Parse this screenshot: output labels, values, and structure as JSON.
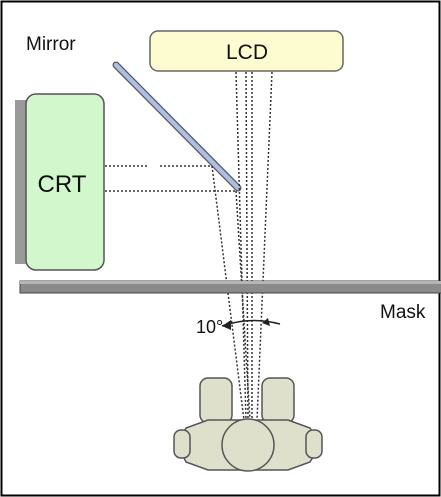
{
  "labels": {
    "mirror": "Mirror",
    "lcd": "LCD",
    "crt": "CRT",
    "mask": "Mask",
    "angle": "10°"
  },
  "colors": {
    "lcd_fill": "#fdfbd0",
    "crt_fill": "#d2f7cc",
    "mirror_fill": "#aebfe0",
    "mask_fill": "#8a8a8a",
    "viewer_fill": "#dfe0cc",
    "frame": "#000000"
  },
  "icons": {
    "viewer": "viewer-head-binoculars-icon"
  }
}
